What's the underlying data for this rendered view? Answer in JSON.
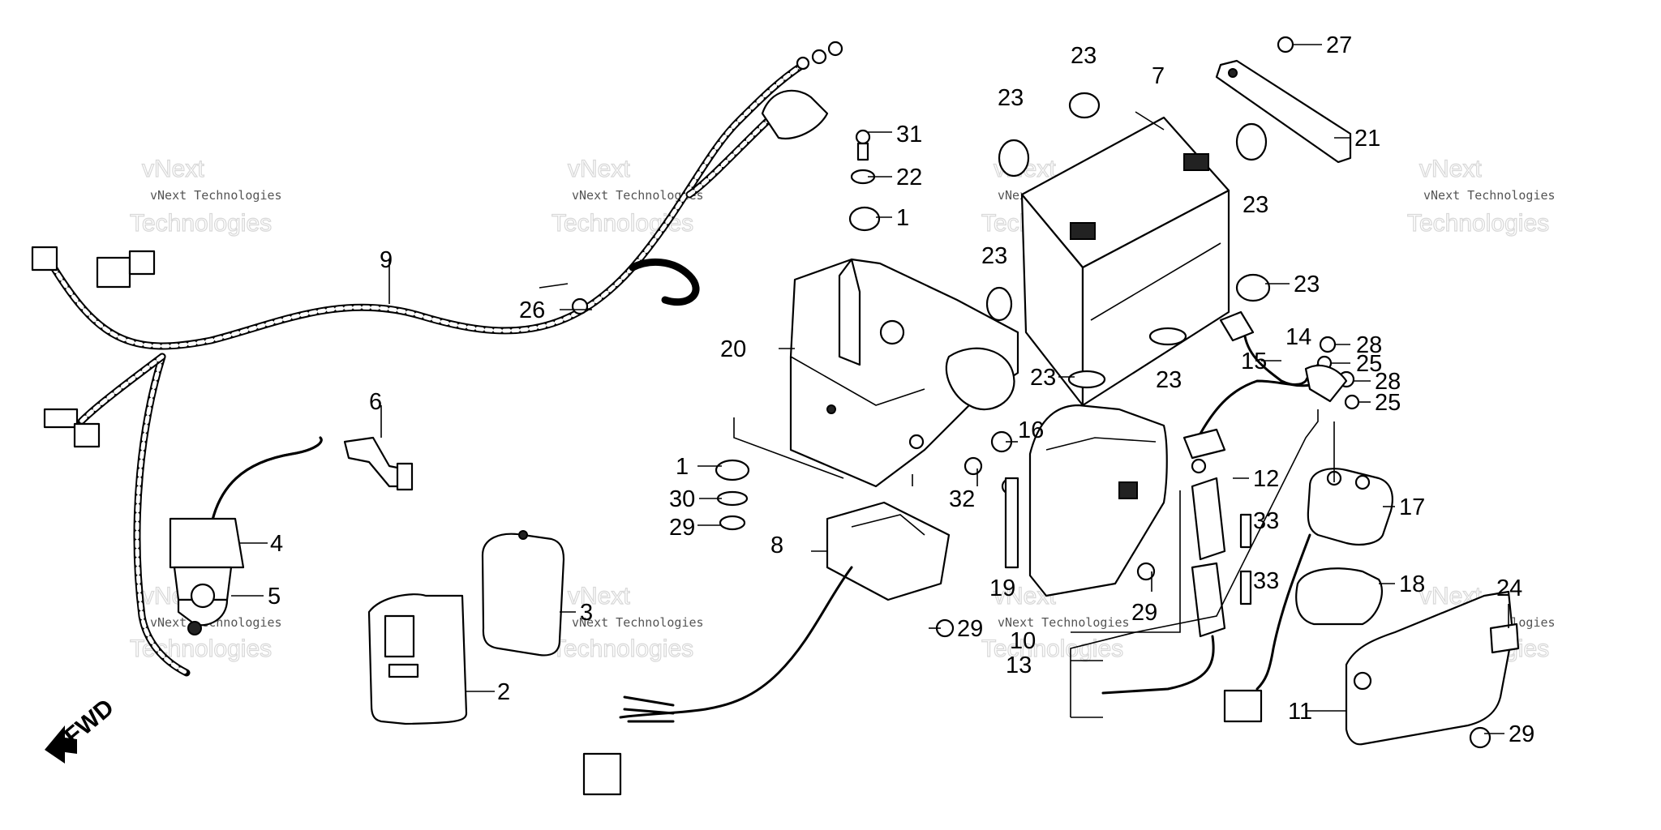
{
  "diagram": {
    "callouts": {
      "c1a": "1",
      "c1b": "1",
      "c2": "2",
      "c3": "3",
      "c4": "4",
      "c5": "5",
      "c6": "6",
      "c7": "7",
      "c8": "8",
      "c9": "9",
      "c10": "10",
      "c11": "11",
      "c12": "12",
      "c13": "13",
      "c14": "14",
      "c15": "15",
      "c16": "16",
      "c17": "17",
      "c18": "18",
      "c19": "19",
      "c20": "20",
      "c21": "21",
      "c22": "22",
      "c23a": "23",
      "c23b": "23",
      "c23c": "23",
      "c23d": "23",
      "c23e": "23",
      "c23f": "23",
      "c23g": "23",
      "c24": "24",
      "c25a": "25",
      "c25b": "25",
      "c26": "26",
      "c27": "27",
      "c28a": "28",
      "c28b": "28",
      "c29a": "29",
      "c29b": "29",
      "c29c": "29",
      "c29d": "29",
      "c30": "30",
      "c31": "31",
      "c32": "32",
      "c33a": "33",
      "c33b": "33"
    },
    "direction_label": "FWD",
    "watermark": {
      "brand": "vNext",
      "company": "vNext Technologies",
      "word": "Technologies"
    }
  }
}
